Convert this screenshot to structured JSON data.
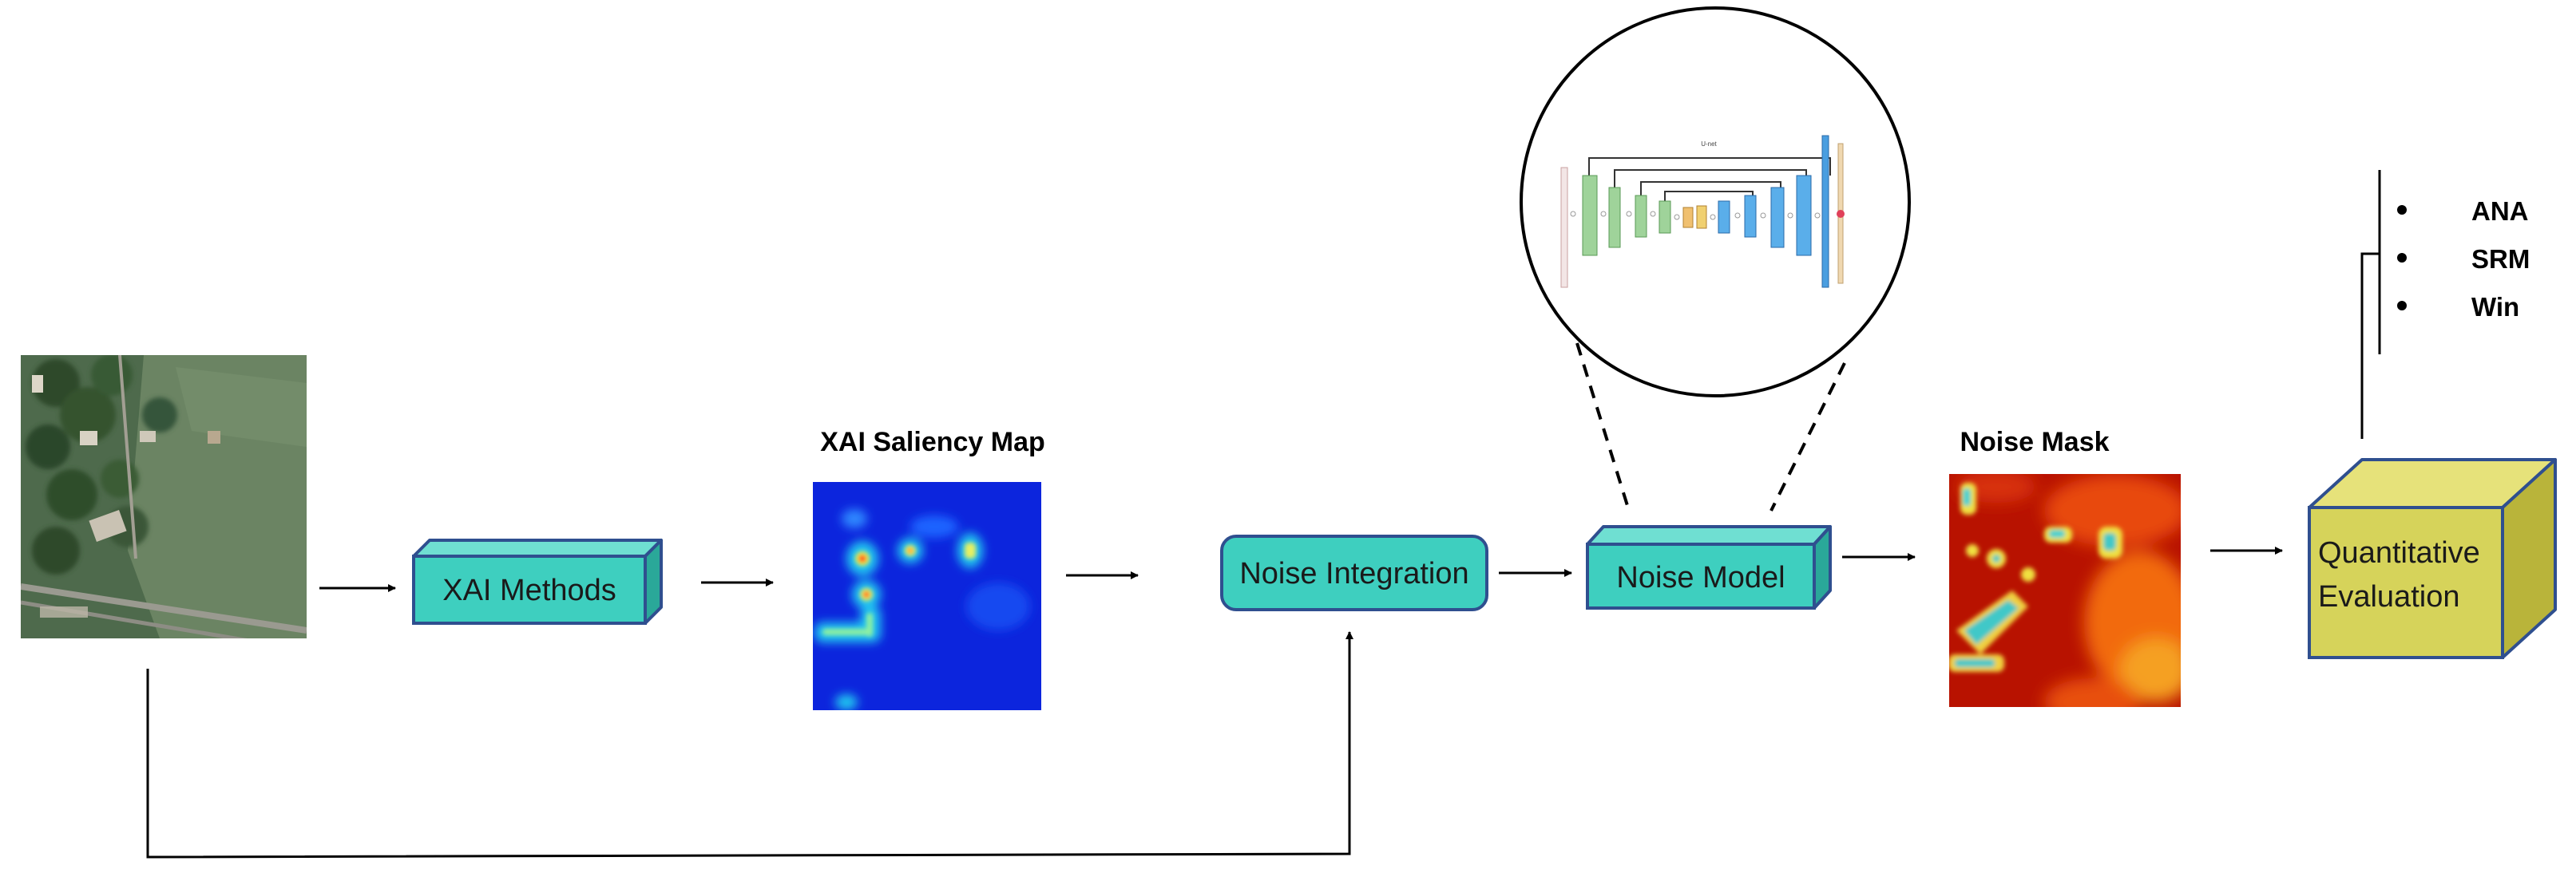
{
  "diagram": {
    "labels": {
      "saliency_map": "XAI Saliency Map",
      "noise_mask": "Noise Mask"
    },
    "boxes": {
      "xai_methods": "XAI Methods",
      "noise_integration": "Noise Integration",
      "noise_model": "Noise Model",
      "quantitative_evaluation_line1": "Quantitative",
      "quantitative_evaluation_line2": "Evaluation"
    },
    "metrics": [
      "ANA",
      "SRM",
      "Win"
    ],
    "unet_inset_title": "U-net",
    "colors": {
      "box_fill": "#3ecfbf",
      "box_top": "#6fdfd2",
      "box_side": "#2aa899",
      "box_border": "#2f4f8f",
      "eval_front": "#d6d35a",
      "eval_top": "#e6e27a",
      "eval_side": "#b9b43a",
      "arrow": "#000000",
      "saliency_bg": "#0a1fd6",
      "noise_bg": "#c41400"
    },
    "icons": [
      "satellite-image",
      "saliency-heatmap",
      "noise-heatmap",
      "unet-architecture-inset"
    ]
  }
}
